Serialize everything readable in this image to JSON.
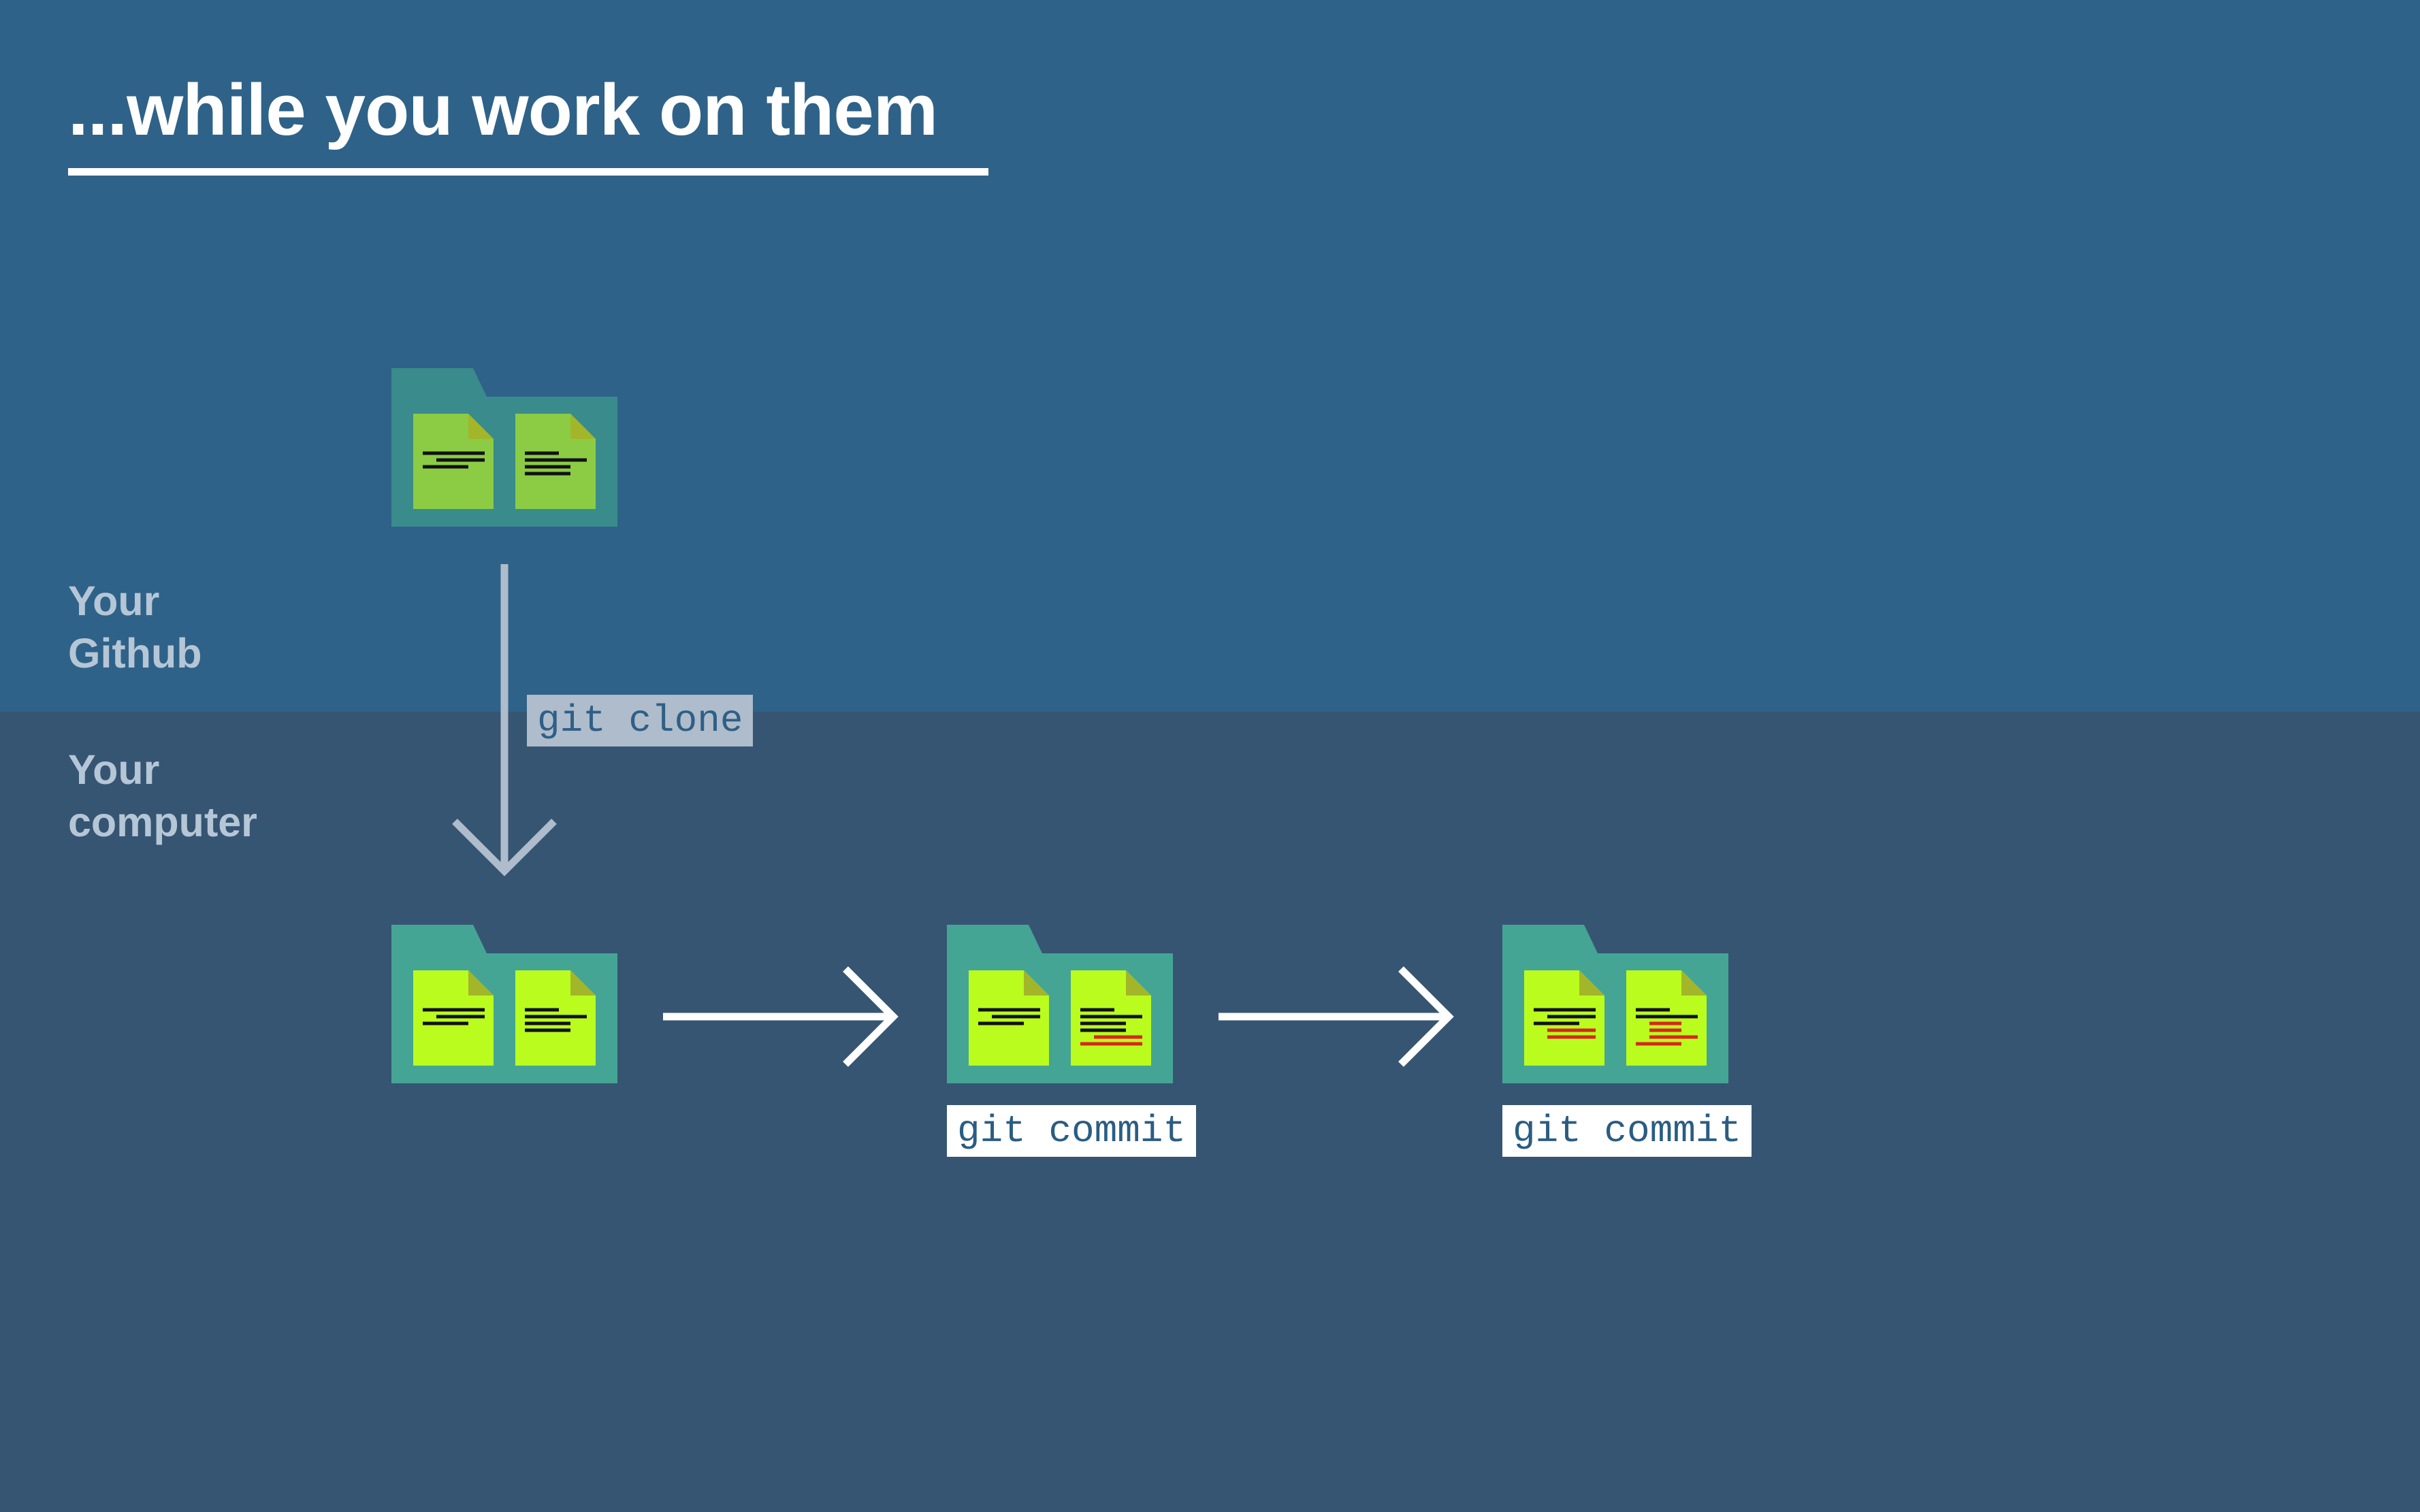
{
  "title": "...while you work on them",
  "zones": {
    "top": {
      "label_line1": "Your",
      "label_line2": "Github",
      "color": "#2f6288"
    },
    "bottom": {
      "label_line1": "Your",
      "label_line2": "computer",
      "color": "#365572"
    }
  },
  "commands": {
    "clone": "git clone",
    "commit_1": "git commit",
    "commit_2": "git commit"
  },
  "colors": {
    "folder_remote": "#3a8b8c",
    "folder_local": "#45a595",
    "doc_remote": "#8bcc44",
    "doc_local": "#bafc1e",
    "doc_fold": "#a3b62a",
    "text_lines": "#111111",
    "changed_lines": "#d7261e",
    "arrow": "#ffffff",
    "clone_arrow": "#aebccb"
  },
  "folders": [
    {
      "id": "github-repo",
      "changes": "none"
    },
    {
      "id": "local-repo-clone",
      "changes": "none"
    },
    {
      "id": "local-repo-commit-1",
      "changes": "second file edited"
    },
    {
      "id": "local-repo-commit-2",
      "changes": "both files edited"
    }
  ]
}
